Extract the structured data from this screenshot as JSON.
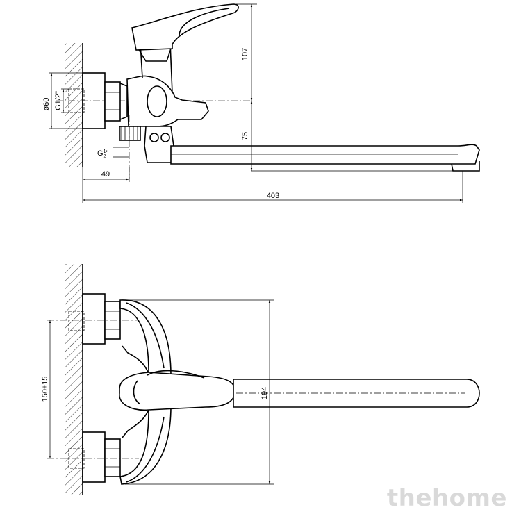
{
  "side_view": {
    "dim_height_handle": "107",
    "dim_height_spout": "75",
    "dim_diameter": "ø60",
    "dim_thread_inlet": "G1/2\"",
    "dim_thread_outlet": "G",
    "dim_thread_outlet_fraction_num": "1",
    "dim_thread_outlet_fraction_den": "2",
    "dim_thread_outlet_suffix": "\"",
    "dim_depth": "49",
    "dim_spout_length": "403"
  },
  "front_view": {
    "dim_centers": "150±15",
    "dim_width": "194"
  },
  "watermark": {
    "text": "thehome"
  }
}
